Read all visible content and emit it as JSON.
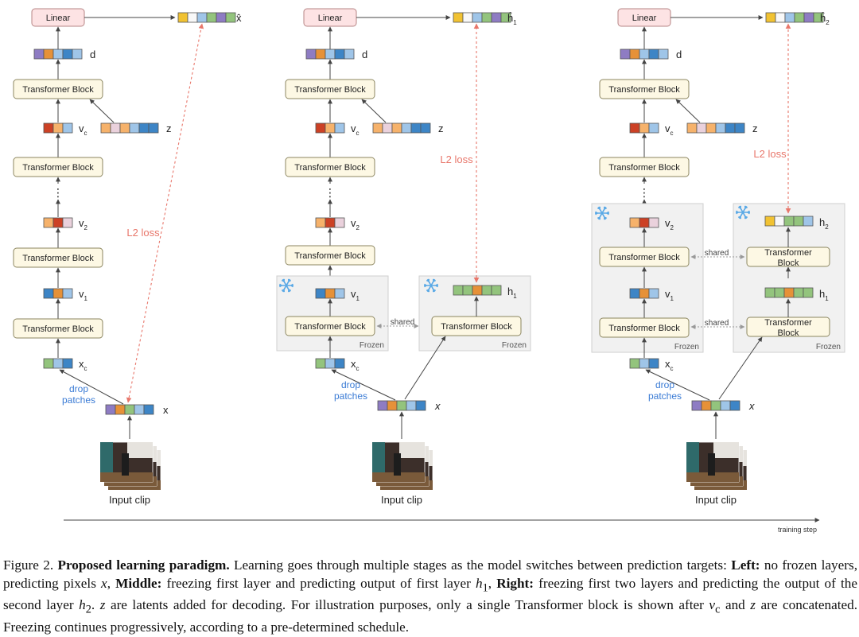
{
  "labels": {
    "linear": "Linear",
    "transformer_block": "Transformer Block",
    "transformer_block_stacked_1": "Transformer",
    "transformer_block_stacked_2": "Block",
    "d": "d",
    "z": "z",
    "vc": "v",
    "vc_sub": "c",
    "v": "v",
    "v1_sub": "1",
    "v2_sub": "2",
    "xc": "x",
    "xc_sub": "c",
    "x": "x",
    "x_hat": "x̂",
    "h": "h",
    "h1_sub": "1",
    "h2_sub": "2",
    "h1_hat": "ĥ",
    "h2_hat": "ĥ",
    "l2_loss": "L2 loss",
    "drop_1": "drop",
    "drop_2": "patches",
    "input_clip": "Input clip",
    "frozen": "Frozen",
    "shared": "shared",
    "dots": "⋮",
    "training_step": "training step"
  },
  "colors": {
    "block_fill": "#fdf8e4",
    "block_stroke": "#8c8660",
    "linear_fill": "#fde3e4",
    "linear_stroke": "#b68585",
    "loss": "#e8766a",
    "drop": "#3a7bd5",
    "frozen_bg": "#f1f1f1",
    "frozen_stroke": "#cfcfcf",
    "snowflake": "#5aa9e6",
    "token_purple": "#8e7cc3",
    "token_orange": "#e69138",
    "token_blue_light": "#9fc5e8",
    "token_blue": "#3d85c6",
    "token_green": "#93c47d",
    "token_yellow": "#f1c232",
    "token_red": "#cc4125",
    "token_peach": "#f6b26b",
    "token_pink": "#ead1dc",
    "token_blank": "#f8f8f8"
  },
  "caption": {
    "lead": "Figure 2. ",
    "title": "Proposed learning paradigm.",
    "t1": " Learning goes through multiple stages as the model switches between prediction targets: ",
    "left_label": "Left:",
    "t2": " no frozen layers, predicting pixels ",
    "var_x": "x",
    "t3": ", ",
    "middle_label": "Middle:",
    "t4": " freezing first layer and predicting output of first layer ",
    "var_h1": "h",
    "sub_1": "1",
    "t5": ", ",
    "right_label": "Right:",
    "t6": " freezing first two layers and predicting the output of the second layer ",
    "var_h2": "h",
    "sub_2": "2",
    "t7": ". ",
    "var_z": "z",
    "t8": " are latents added for decoding. For illustration purposes, only a single Transformer block is shown after ",
    "var_v": "v",
    "sub_c": "c",
    "t9": " and ",
    "var_z2": "z",
    "t10": " are concatenated. Freezing continues progressively, according to a pre-determined schedule."
  }
}
